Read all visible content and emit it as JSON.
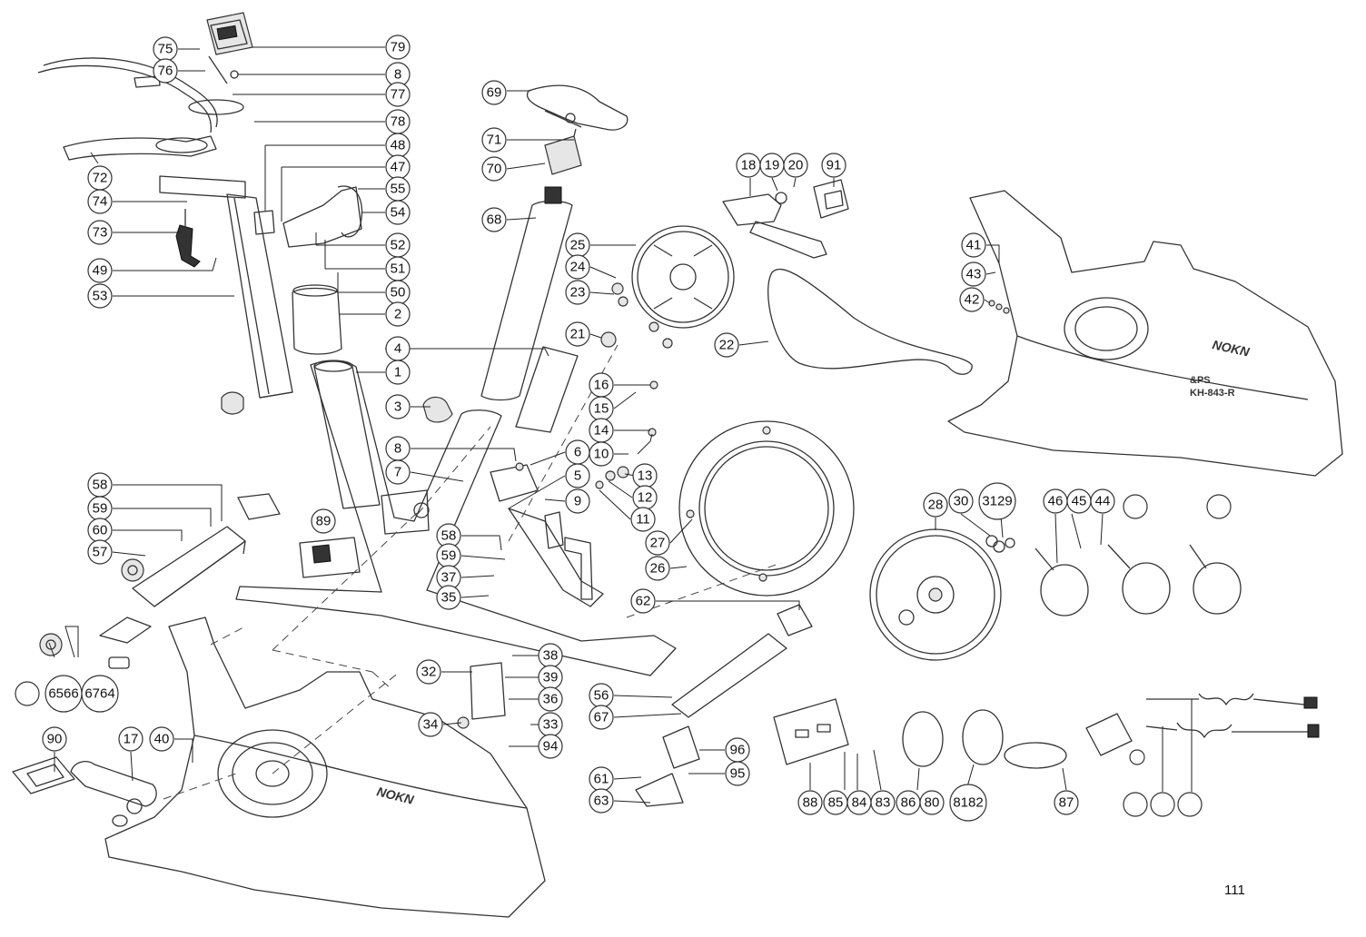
{
  "page_number": "111",
  "frame_brand_text": "NOKN",
  "cover_brand_text": "NOKN",
  "model_text": "KH-843-R",
  "model_prefix_text": "&PS",
  "labels": [
    {
      "id": "75",
      "text": "75"
    },
    {
      "id": "79",
      "text": "79"
    },
    {
      "id": "76",
      "text": "76"
    },
    {
      "id": "8a",
      "text": "8"
    },
    {
      "id": "77",
      "text": "77"
    },
    {
      "id": "78",
      "text": "78"
    },
    {
      "id": "72",
      "text": "72"
    },
    {
      "id": "48",
      "text": "48"
    },
    {
      "id": "47",
      "text": "47"
    },
    {
      "id": "55",
      "text": "55"
    },
    {
      "id": "54",
      "text": "54"
    },
    {
      "id": "74",
      "text": "74"
    },
    {
      "id": "73",
      "text": "73"
    },
    {
      "id": "52",
      "text": "52"
    },
    {
      "id": "51",
      "text": "51"
    },
    {
      "id": "49",
      "text": "49"
    },
    {
      "id": "50",
      "text": "50"
    },
    {
      "id": "53",
      "text": "53"
    },
    {
      "id": "2",
      "text": "2"
    },
    {
      "id": "4",
      "text": "4"
    },
    {
      "id": "1",
      "text": "1"
    },
    {
      "id": "3",
      "text": "3"
    },
    {
      "id": "8b",
      "text": "8"
    },
    {
      "id": "7",
      "text": "7"
    },
    {
      "id": "6",
      "text": "6"
    },
    {
      "id": "5",
      "text": "5"
    },
    {
      "id": "9",
      "text": "9"
    },
    {
      "id": "69",
      "text": "69"
    },
    {
      "id": "71",
      "text": "71"
    },
    {
      "id": "70",
      "text": "70"
    },
    {
      "id": "68",
      "text": "68"
    },
    {
      "id": "25",
      "text": "25"
    },
    {
      "id": "24",
      "text": "24"
    },
    {
      "id": "23",
      "text": "23"
    },
    {
      "id": "21",
      "text": "21"
    },
    {
      "id": "16",
      "text": "16"
    },
    {
      "id": "15",
      "text": "15"
    },
    {
      "id": "14",
      "text": "14"
    },
    {
      "id": "10",
      "text": "10"
    },
    {
      "id": "13",
      "text": "13"
    },
    {
      "id": "12",
      "text": "12"
    },
    {
      "id": "11",
      "text": "11"
    },
    {
      "id": "18",
      "text": "18"
    },
    {
      "id": "19",
      "text": "19"
    },
    {
      "id": "20",
      "text": "20"
    },
    {
      "id": "91",
      "text": "91"
    },
    {
      "id": "22",
      "text": "22"
    },
    {
      "id": "27",
      "text": "27"
    },
    {
      "id": "26",
      "text": "26"
    },
    {
      "id": "41",
      "text": "41"
    },
    {
      "id": "43",
      "text": "43"
    },
    {
      "id": "42",
      "text": "42"
    },
    {
      "id": "28",
      "text": "28"
    },
    {
      "id": "30",
      "text": "30"
    },
    {
      "id": "3129",
      "text": "3129"
    },
    {
      "id": "46",
      "text": "46"
    },
    {
      "id": "45",
      "text": "45"
    },
    {
      "id": "44",
      "text": "44"
    },
    {
      "id": "58a",
      "text": "58"
    },
    {
      "id": "59a",
      "text": "59"
    },
    {
      "id": "60",
      "text": "60"
    },
    {
      "id": "57",
      "text": "57"
    },
    {
      "id": "89",
      "text": "89"
    },
    {
      "id": "58b",
      "text": "58"
    },
    {
      "id": "59b",
      "text": "59"
    },
    {
      "id": "37",
      "text": "37"
    },
    {
      "id": "35",
      "text": "35"
    },
    {
      "id": "62",
      "text": "62"
    },
    {
      "id": "6566",
      "text": "6566"
    },
    {
      "id": "6764",
      "text": "6764"
    },
    {
      "id": "38",
      "text": "38"
    },
    {
      "id": "32",
      "text": "32"
    },
    {
      "id": "39",
      "text": "39"
    },
    {
      "id": "36",
      "text": "36"
    },
    {
      "id": "34",
      "text": "34"
    },
    {
      "id": "33",
      "text": "33"
    },
    {
      "id": "94",
      "text": "94"
    },
    {
      "id": "56",
      "text": "56"
    },
    {
      "id": "67",
      "text": "67"
    },
    {
      "id": "96",
      "text": "96"
    },
    {
      "id": "95",
      "text": "95"
    },
    {
      "id": "61",
      "text": "61"
    },
    {
      "id": "63",
      "text": "63"
    },
    {
      "id": "90",
      "text": "90"
    },
    {
      "id": "17",
      "text": "17"
    },
    {
      "id": "40",
      "text": "40"
    },
    {
      "id": "88",
      "text": "88"
    },
    {
      "id": "85",
      "text": "85"
    },
    {
      "id": "84",
      "text": "84"
    },
    {
      "id": "83",
      "text": "83"
    },
    {
      "id": "86",
      "text": "86"
    },
    {
      "id": "80",
      "text": "80"
    },
    {
      "id": "8182",
      "text": "8182"
    },
    {
      "id": "87",
      "text": "87"
    }
  ]
}
